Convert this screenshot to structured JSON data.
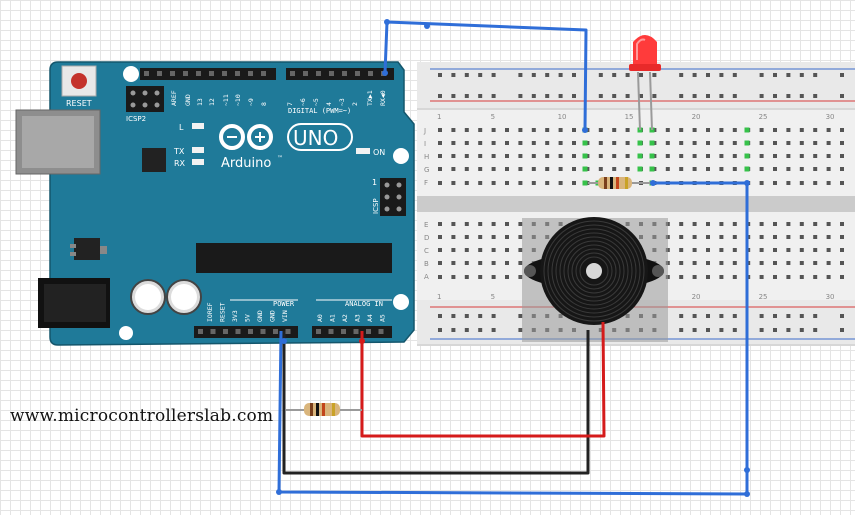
{
  "watermark": "www.microcontrollerslab.com",
  "arduino": {
    "reset": "RESET",
    "icsp2": "ICSP2",
    "icsp": "ICSP",
    "led_l": "L",
    "led_tx": "TX",
    "led_rx": "RX",
    "on": "ON",
    "one": "1",
    "model": "UNO",
    "brand": "Arduino",
    "tm": "™",
    "digital": "DIGITAL (PWM=~)",
    "power": "POWER",
    "analog": "ANALOG IN",
    "top_pins": [
      "AREF",
      "GND",
      "13",
      "12",
      "~11",
      "~10",
      "~9",
      "8",
      "7",
      "~6",
      "~5",
      "4",
      "~3",
      "2",
      "TX▶1",
      "RX◀0"
    ],
    "power_pins": [
      "IOREF",
      "RESET",
      "3V3",
      "5V",
      "GND",
      "GND",
      "VIN"
    ],
    "analog_pins": [
      "A0",
      "A1",
      "A2",
      "A3",
      "A4",
      "A5"
    ]
  },
  "breadboard": {
    "top_rows": [
      "J",
      "I",
      "H",
      "G",
      "F"
    ],
    "bottom_rows": [
      "E",
      "D",
      "C",
      "B",
      "A"
    ],
    "col_numbers": [
      "1",
      "5",
      "10",
      "15",
      "20",
      "25",
      "30"
    ]
  },
  "colors": {
    "board": "#1f7a99",
    "board_dark": "#14566c",
    "wire_blue": "#2f6ed8",
    "wire_red": "#d51b1b",
    "wire_black": "#222222",
    "led": "#ff3030",
    "buzzer": "#161616"
  }
}
